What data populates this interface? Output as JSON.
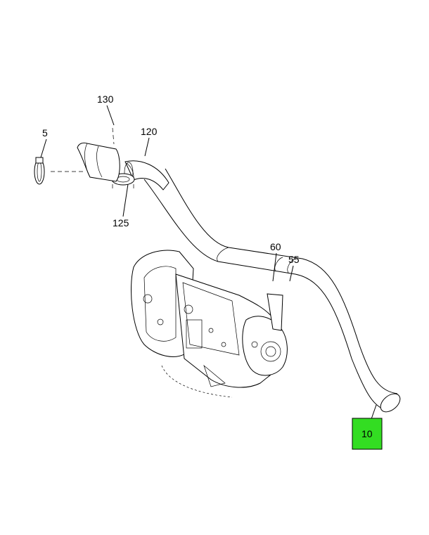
{
  "callouts": {
    "c130": "130",
    "c5": "5",
    "c120": "120",
    "c125": "125",
    "c60": "60",
    "c55": "55",
    "c10": "10"
  },
  "colors": {
    "highlight": "#33dd22",
    "line": "#000000",
    "background": "#ffffff"
  }
}
